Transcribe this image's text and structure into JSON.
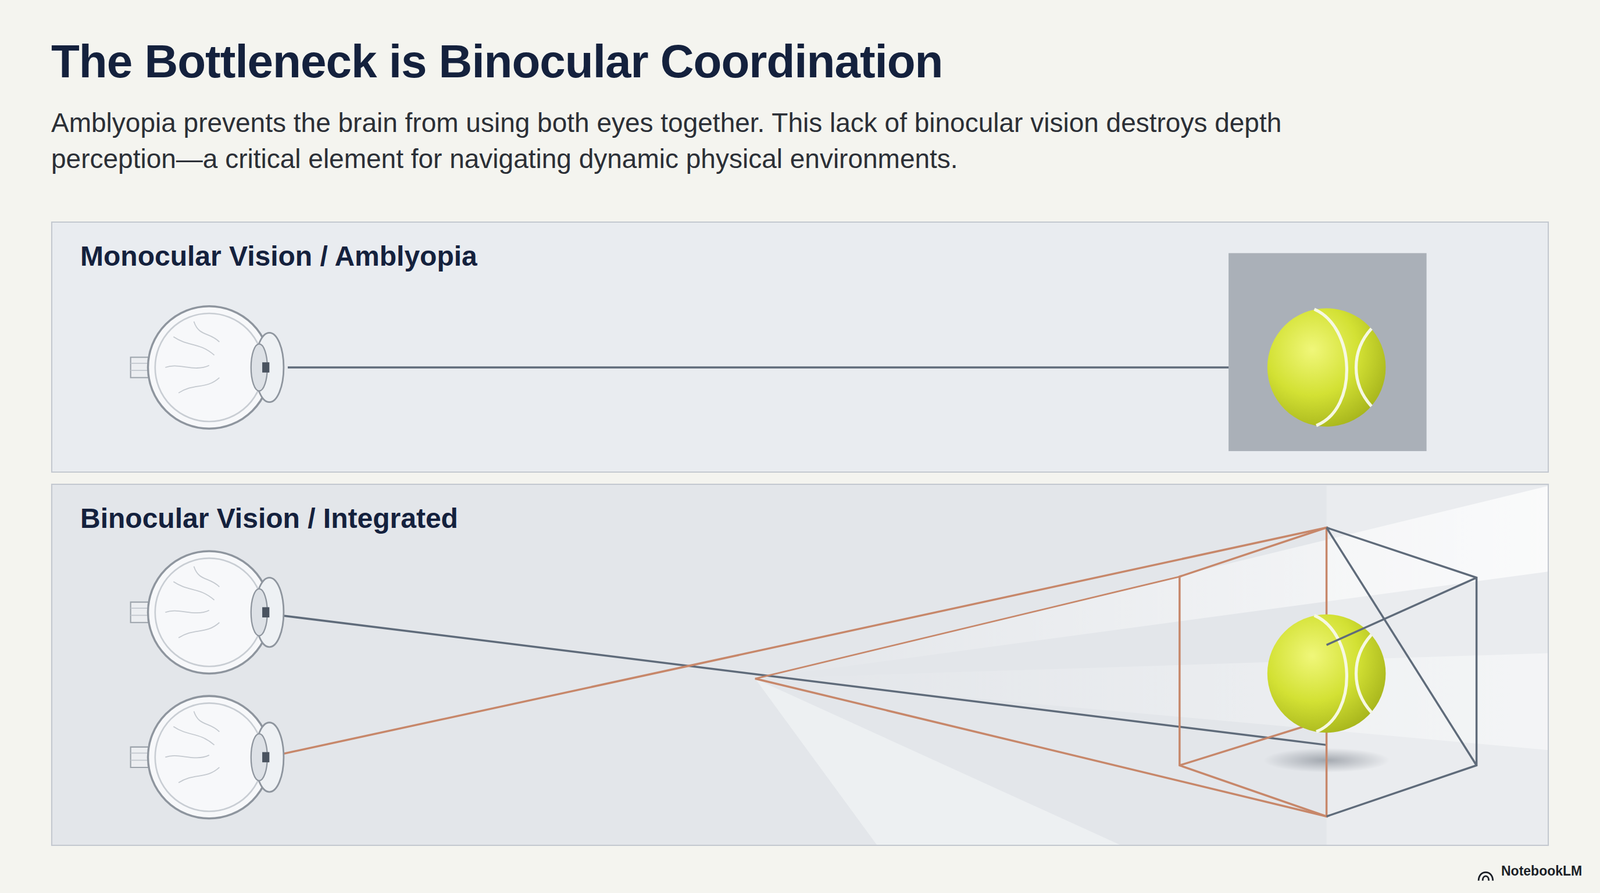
{
  "diagram": {
    "title": "The Bottleneck is Binocular Coordination",
    "nodes": [
      {
        "text": [
          "Monocular Vision / Amblyopia"
        ]
      },
      {
        "text": [
          "Binocular Vision / Integrated"
        ]
      }
    ],
    "labels": [
      "Amblyopia prevents the brain from using both eyes together. This lack of binocular vision destroys depth perception—a critical element for navigating dynamic physical environments.",
      "NotebookLM"
    ]
  }
}
